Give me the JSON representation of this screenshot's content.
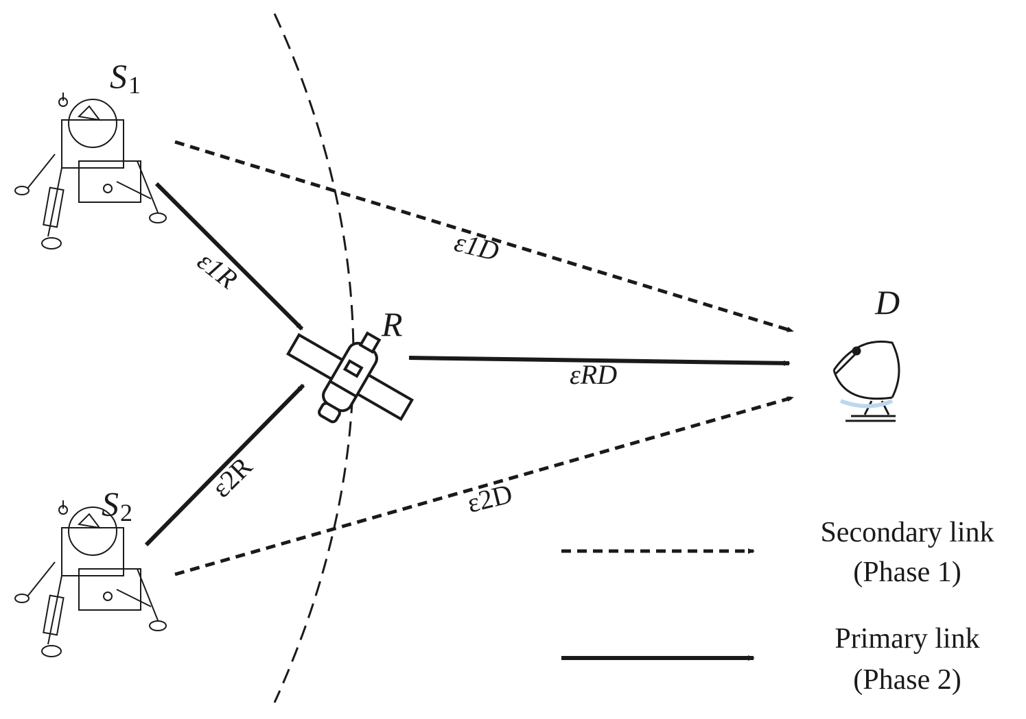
{
  "nodes": {
    "s1": {
      "label": "S",
      "sub": "1"
    },
    "s2": {
      "label": "S",
      "sub": "2"
    },
    "relay": {
      "label": "R"
    },
    "dest": {
      "label": "D"
    }
  },
  "links": {
    "e1r": "ε1R",
    "e2r": "ε2R",
    "e1d": "ε1D",
    "e2d": "ε2D",
    "erd": "εRD"
  },
  "legend": {
    "secondary_line1": "Secondary link",
    "secondary_line2": "(Phase 1)",
    "primary_line1": "Primary link",
    "primary_line2": "(Phase 2)"
  },
  "colors": {
    "stroke": "#1a1a1a",
    "dish_base": "#bcd8ee"
  }
}
